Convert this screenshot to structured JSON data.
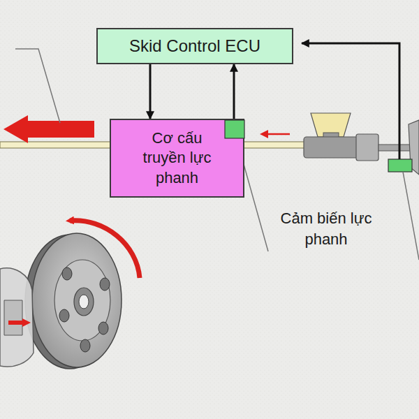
{
  "diagram": {
    "nodes": [
      {
        "text": [
          "Skid Control ECU"
        ]
      },
      {
        "text": [
          "Cơ cấu truyền lực phanh"
        ]
      }
    ],
    "edges": [
      {
        "from": 0,
        "to": 1,
        "arrow": "to"
      },
      {
        "from": 1,
        "to": 0,
        "arrow": "to"
      }
    ],
    "labels": [
      "Cảm biến lực phanh"
    ]
  }
}
